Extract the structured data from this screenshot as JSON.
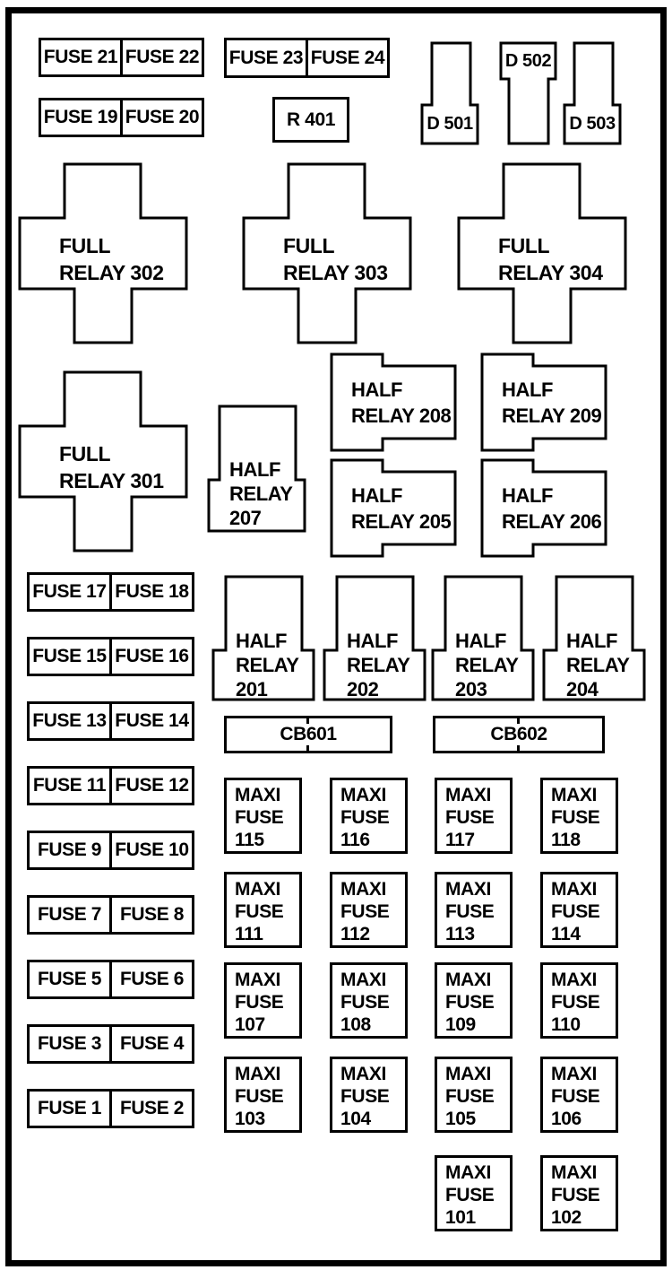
{
  "colors": {
    "line": "#000000",
    "background": "#ffffff"
  },
  "top": {
    "pairs": [
      {
        "left": "FUSE 21",
        "right": "FUSE 22"
      },
      {
        "left": "FUSE 19",
        "right": "FUSE 20"
      },
      {
        "left": "FUSE 23",
        "right": "FUSE 24"
      }
    ],
    "r401": "R 401",
    "d501": "D 501",
    "d502": "D 502",
    "d503": "D 503"
  },
  "full_relays": [
    {
      "label": "FULL\nRELAY 302"
    },
    {
      "label": "FULL\nRELAY 303"
    },
    {
      "label": "FULL\nRELAY 304"
    },
    {
      "label": "FULL\nRELAY 301"
    }
  ],
  "half_relays": {
    "r207": {
      "label": "HALF\nRELAY\n207"
    },
    "block": [
      {
        "label": "HALF\nRELAY 208"
      },
      {
        "label": "HALF\nRELAY 209"
      },
      {
        "label": "HALF\nRELAY 205"
      },
      {
        "label": "HALF\nRELAY 206"
      }
    ],
    "row": [
      {
        "label": "HALF\nRELAY\n201"
      },
      {
        "label": "HALF\nRELAY\n202"
      },
      {
        "label": "HALF\nRELAY\n203"
      },
      {
        "label": "HALF\nRELAY\n204"
      }
    ]
  },
  "fuse_column": [
    {
      "left": "FUSE 17",
      "right": "FUSE 18"
    },
    {
      "left": "FUSE 15",
      "right": "FUSE 16"
    },
    {
      "left": "FUSE 13",
      "right": "FUSE 14"
    },
    {
      "left": "FUSE 11",
      "right": "FUSE 12"
    },
    {
      "left": "FUSE 9",
      "right": "FUSE 10"
    },
    {
      "left": "FUSE 7",
      "right": "FUSE 8"
    },
    {
      "left": "FUSE 5",
      "right": "FUSE 6"
    },
    {
      "left": "FUSE 3",
      "right": "FUSE 4"
    },
    {
      "left": "FUSE 1",
      "right": "FUSE 2"
    }
  ],
  "breakers": [
    {
      "label": "CB601"
    },
    {
      "label": "CB602"
    }
  ],
  "maxi_fuses": {
    "rows": [
      [
        {
          "label": "MAXI\nFUSE\n115"
        },
        {
          "label": "MAXI\nFUSE\n116"
        },
        {
          "label": "MAXI\nFUSE\n117"
        },
        {
          "label": "MAXI\nFUSE\n118"
        }
      ],
      [
        {
          "label": "MAXI\nFUSE\n111"
        },
        {
          "label": "MAXI\nFUSE\n112"
        },
        {
          "label": "MAXI\nFUSE\n113"
        },
        {
          "label": "MAXI\nFUSE\n114"
        }
      ],
      [
        {
          "label": "MAXI\nFUSE\n107"
        },
        {
          "label": "MAXI\nFUSE\n108"
        },
        {
          "label": "MAXI\nFUSE\n109"
        },
        {
          "label": "MAXI\nFUSE\n110"
        }
      ],
      [
        {
          "label": "MAXI\nFUSE\n103"
        },
        {
          "label": "MAXI\nFUSE\n104"
        },
        {
          "label": "MAXI\nFUSE\n105"
        },
        {
          "label": "MAXI\nFUSE\n106"
        }
      ],
      [
        null,
        null,
        {
          "label": "MAXI\nFUSE\n101"
        },
        {
          "label": "MAXI\nFUSE\n102"
        }
      ]
    ]
  }
}
